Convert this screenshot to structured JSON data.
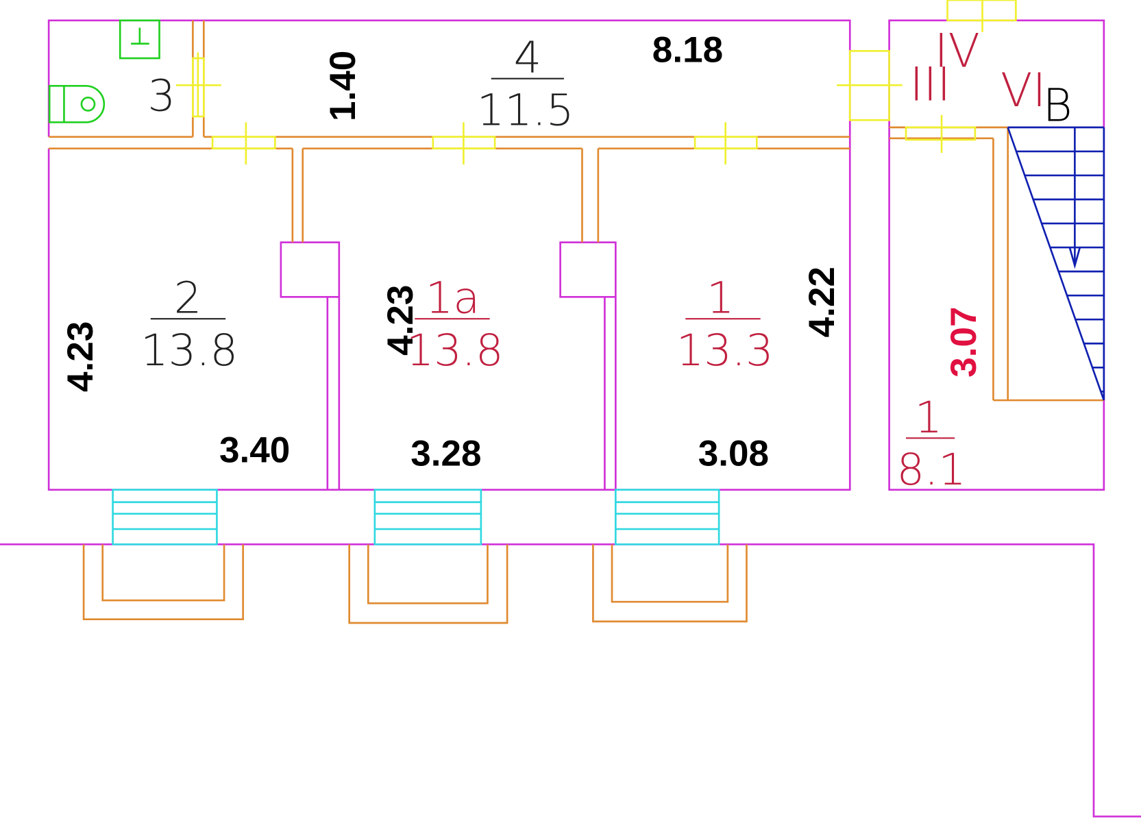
{
  "colors": {
    "outline": "#d030d8",
    "wall": "#e08a30",
    "door": "#f0f030",
    "window": "#30d8e0",
    "stairs": "#1020b0",
    "fixture": "#20d020",
    "room_red": "#c02040",
    "dim_red": "#e01040",
    "text": "#000000"
  },
  "rooms": [
    {
      "id": "3",
      "number": "3",
      "area": ""
    },
    {
      "id": "4",
      "number": "4",
      "area": "11.5"
    },
    {
      "id": "2",
      "number": "2",
      "area": "13.8"
    },
    {
      "id": "1a",
      "number": "1a",
      "area": "13.8"
    },
    {
      "id": "1",
      "number": "1",
      "area": "13.3"
    },
    {
      "id": "1-right",
      "number": "1",
      "area": "8.1"
    }
  ],
  "dimensions": {
    "corridor_width": "1.40",
    "corridor_length": "8.18",
    "room2_depth": "4.23",
    "room2_width": "3.40",
    "room1a_depth": "4.23",
    "room1a_width": "3.28",
    "room1_depth": "4.22",
    "room1_width": "3.08",
    "right_room_depth": "3.07"
  },
  "section_labels": {
    "iii": "III",
    "iv": "IV",
    "vi": "VI",
    "b": "B"
  }
}
